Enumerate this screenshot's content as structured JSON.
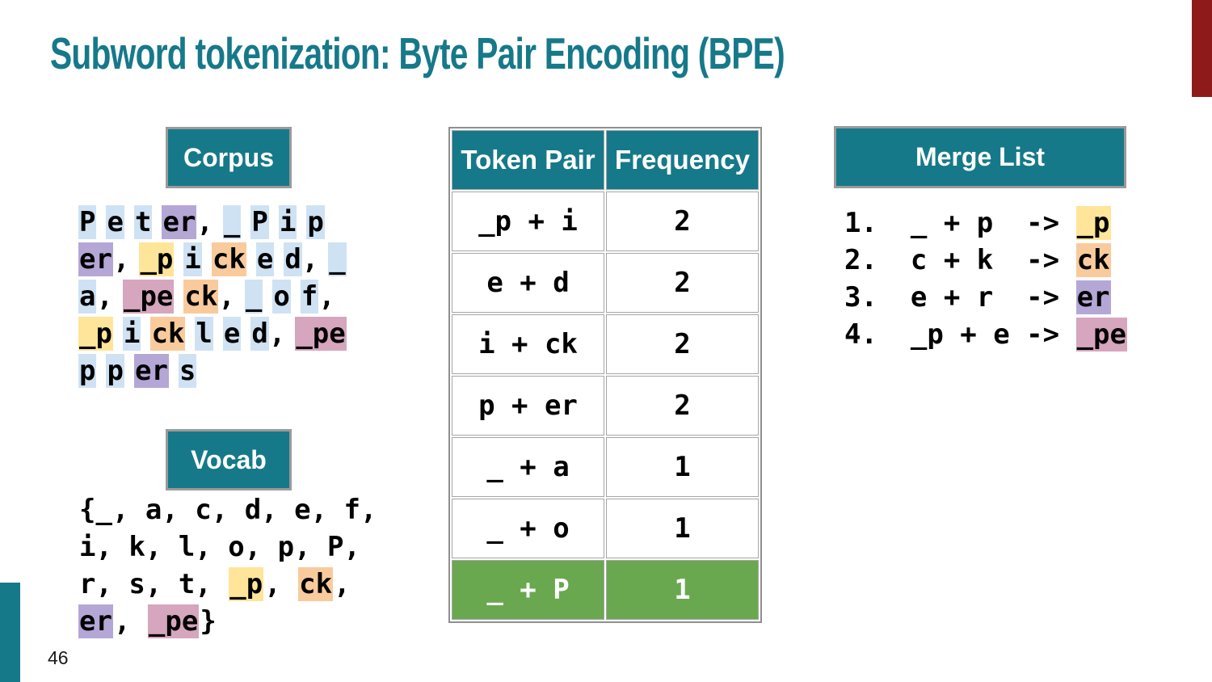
{
  "slide": {
    "title": "Subword tokenization: Byte Pair Encoding (BPE)",
    "page_number": "46"
  },
  "colors": {
    "teal": "#16798a",
    "dark_red": "#8e1a1a",
    "green_highlight_row": "#6aa84f",
    "box_border_gray": "#9a9a9a",
    "highlight_blue": "#cfe2f3",
    "highlight_purple": "#b4a7d6",
    "highlight_yellow": "#ffe599",
    "highlight_orange": "#f9cb9c",
    "highlight_pink": "#d5a6bd"
  },
  "corpus": {
    "label": "Corpus",
    "lines": [
      [
        {
          "t": "P",
          "h": "blue"
        },
        {
          "t": "e",
          "h": "blue"
        },
        {
          "t": "t",
          "h": "blue"
        },
        {
          "t": "er",
          "h": "purple",
          "s": ","
        },
        {
          "t": "_",
          "h": "blue"
        },
        {
          "t": "P",
          "h": "blue"
        },
        {
          "t": "i",
          "h": "blue"
        },
        {
          "t": "p",
          "h": "blue"
        }
      ],
      [
        {
          "t": "er",
          "h": "purple",
          "s": ","
        },
        {
          "t": "_p",
          "h": "yellow"
        },
        {
          "t": "i",
          "h": "blue"
        },
        {
          "t": "ck",
          "h": "orange"
        },
        {
          "t": "e",
          "h": "blue"
        },
        {
          "t": "d",
          "h": "blue",
          "s": ","
        },
        {
          "t": "_",
          "h": "blue"
        }
      ],
      [
        {
          "t": "a",
          "h": "blue",
          "s": ","
        },
        {
          "t": "_pe",
          "h": "pink"
        },
        {
          "t": "ck",
          "h": "orange",
          "s": ","
        },
        {
          "t": "_",
          "h": "blue"
        },
        {
          "t": "o",
          "h": "blue"
        },
        {
          "t": "f",
          "h": "blue",
          "s": ","
        }
      ],
      [
        {
          "t": "_p",
          "h": "yellow"
        },
        {
          "t": "i",
          "h": "blue"
        },
        {
          "t": "ck",
          "h": "orange"
        },
        {
          "t": "l",
          "h": "blue"
        },
        {
          "t": "e",
          "h": "blue"
        },
        {
          "t": "d",
          "h": "blue",
          "s": ","
        },
        {
          "t": "_pe",
          "h": "pink"
        }
      ],
      [
        {
          "t": "p",
          "h": "blue"
        },
        {
          "t": "p",
          "h": "blue"
        },
        {
          "t": "er",
          "h": "purple"
        },
        {
          "t": "s",
          "h": "blue"
        }
      ]
    ]
  },
  "vocab": {
    "label": "Vocab",
    "lines": [
      [
        {
          "t": "{_, a, c, d, e, f,"
        }
      ],
      [
        {
          "t": "i, k, l, o, p, P,"
        }
      ],
      [
        {
          "t": "r, s, t, "
        },
        {
          "t": "_p",
          "h": "yellow"
        },
        {
          "t": ", "
        },
        {
          "t": "ck",
          "h": "orange"
        },
        {
          "t": ","
        }
      ],
      [
        {
          "t": "er",
          "h": "purple"
        },
        {
          "t": ", "
        },
        {
          "t": "_pe",
          "h": "pink"
        },
        {
          "t": "}"
        }
      ]
    ]
  },
  "pair_table": {
    "headers": [
      "Token Pair",
      "Frequency"
    ],
    "rows": [
      {
        "pair": "_p + i",
        "freq": "2",
        "highlighted": false
      },
      {
        "pair": "e + d",
        "freq": "2",
        "highlighted": false
      },
      {
        "pair": "i + ck",
        "freq": "2",
        "highlighted": false
      },
      {
        "pair": "p + er",
        "freq": "2",
        "highlighted": false
      },
      {
        "pair": "_ + a",
        "freq": "1",
        "highlighted": false
      },
      {
        "pair": "_ + o",
        "freq": "1",
        "highlighted": false
      },
      {
        "pair": "_ + P",
        "freq": "1",
        "highlighted": true
      }
    ]
  },
  "merge_list": {
    "label": "Merge List",
    "items": [
      {
        "prefix": "1.  _ + p  -> ",
        "result": "_p",
        "h": "yellow"
      },
      {
        "prefix": "2.  c + k  -> ",
        "result": "ck",
        "h": "orange"
      },
      {
        "prefix": "3.  e + r  -> ",
        "result": "er",
        "h": "purple"
      },
      {
        "prefix": "4.  _p + e -> ",
        "result": "_pe",
        "h": "pink"
      }
    ]
  }
}
